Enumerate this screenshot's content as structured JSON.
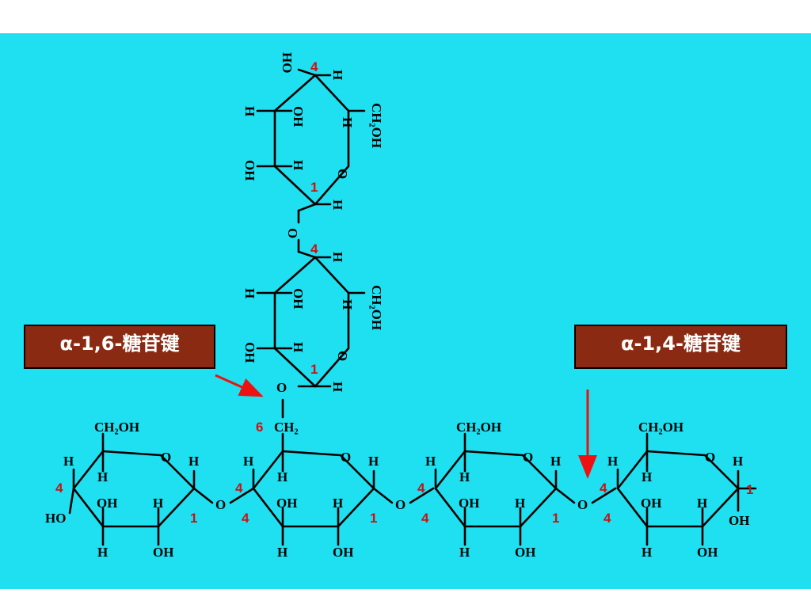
{
  "labels": {
    "alpha16": "α-1,6-糖苷键",
    "alpha14": "α-1,4-糖苷键"
  },
  "atoms": {
    "CH2OH": "CH₂OH",
    "CH2": "CH₂",
    "OH": "OH",
    "HO": "HO",
    "H": "H",
    "O": "O"
  },
  "numbers": {
    "one": "1",
    "four": "4",
    "six": "6"
  },
  "colors": {
    "background": "#1fe0f0",
    "label_box": "#8b2a12",
    "numbers": "#cc1111",
    "arrows": "#ee1111"
  }
}
